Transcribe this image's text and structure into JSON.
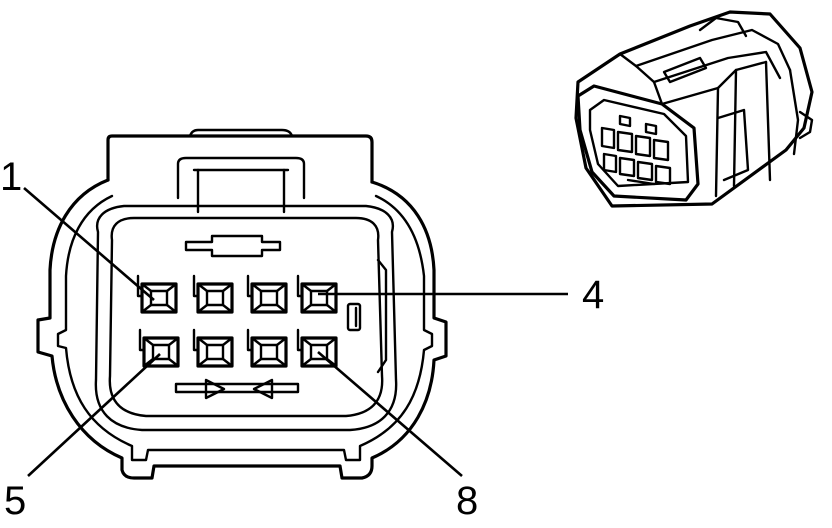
{
  "callouts": {
    "pin1": "1",
    "pin4": "4",
    "pin5": "5",
    "pin8": "8"
  },
  "colors": {
    "line": "#000000",
    "background": "#ffffff"
  }
}
